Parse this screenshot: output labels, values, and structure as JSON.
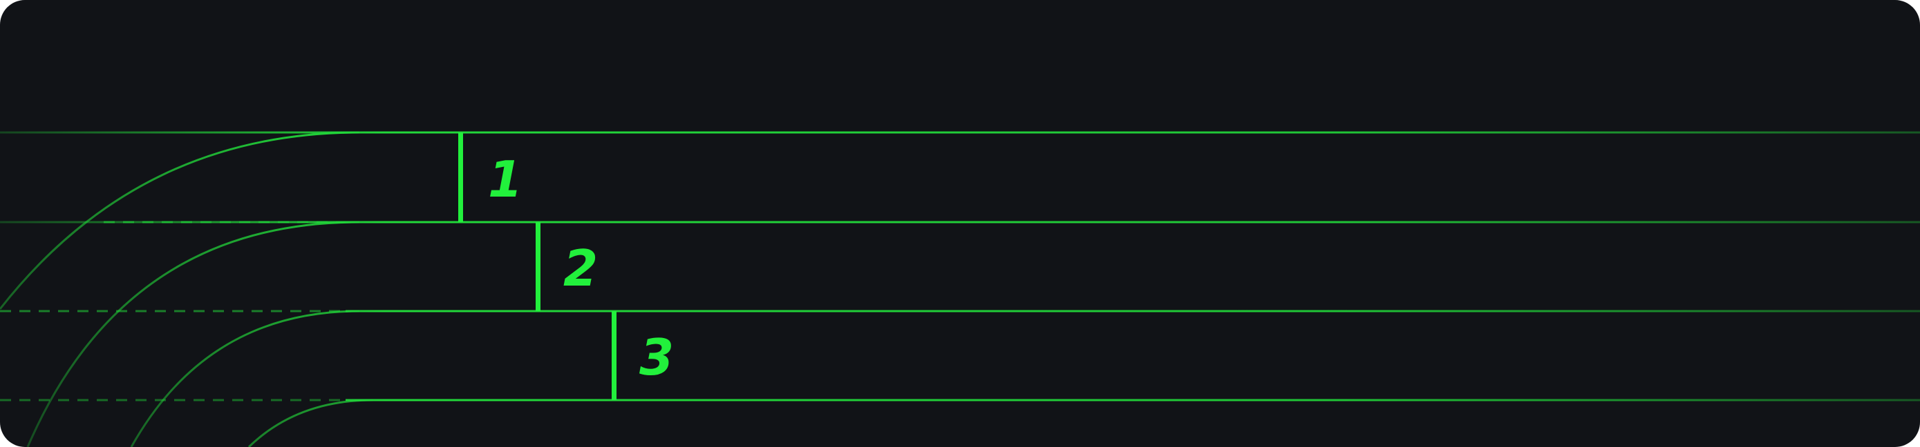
{
  "colors": {
    "background": "#111317",
    "track_line": "#22d83a",
    "lane_number": "#22f03c"
  },
  "lanes": [
    {
      "number": "1"
    },
    {
      "number": "2"
    },
    {
      "number": "3"
    }
  ]
}
